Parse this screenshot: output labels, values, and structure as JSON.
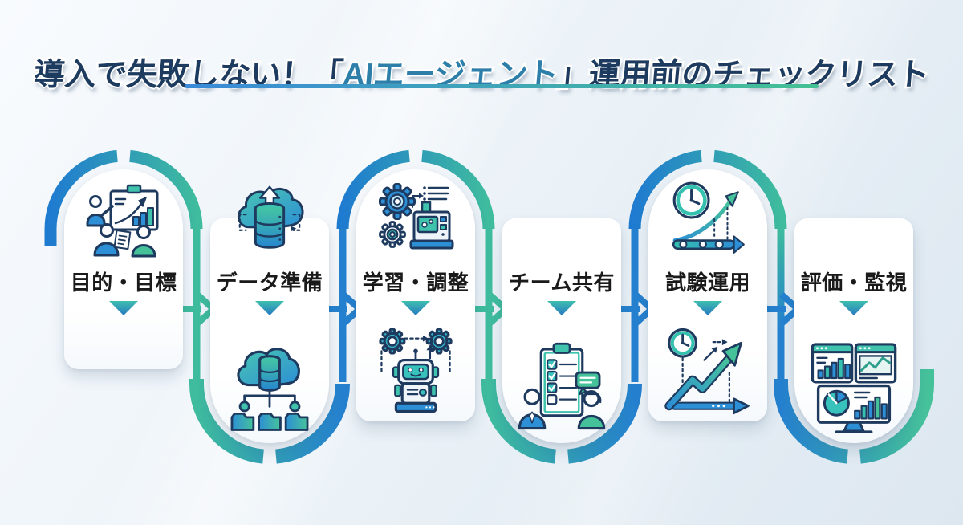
{
  "title": {
    "pre": "導入で失敗しない！",
    "open_bracket": "「",
    "highlight": "AIエージェント",
    "close_bracket": "」",
    "post": "運用前のチェックリスト"
  },
  "steps": [
    {
      "label": "目的・目標",
      "icon_top": "goal-presentation-icon",
      "icon_bottom": null
    },
    {
      "label": "データ準備",
      "icon_top": "cloud-upload-database-icon",
      "icon_bottom": "cloud-network-share-icon"
    },
    {
      "label": "学習・調整",
      "icon_top": "gears-machine-icon",
      "icon_bottom": "robot-gears-icon"
    },
    {
      "label": "チーム共有",
      "icon_top": null,
      "icon_bottom": "team-checklist-icon"
    },
    {
      "label": "試験運用",
      "icon_top": "clock-growth-icon",
      "icon_bottom": "clock-trend-arrows-icon"
    },
    {
      "label": "評価・監視",
      "icon_top": null,
      "icon_bottom": "dashboard-monitor-icon"
    }
  ],
  "flow": {
    "arrow_direction": "right",
    "arrow_count": 5
  },
  "colors": {
    "flow_blue": "#2581cf",
    "flow_green": "#3fbc9e",
    "flow_teal": "#35b8b0",
    "title_navy": "#1d3a5f",
    "title_highlight": "#2d7fa9",
    "label_color": "#1a1a1a",
    "underline_start": "#3a8ad8",
    "underline_end": "#44c194",
    "card_bg": "#ffffff"
  }
}
